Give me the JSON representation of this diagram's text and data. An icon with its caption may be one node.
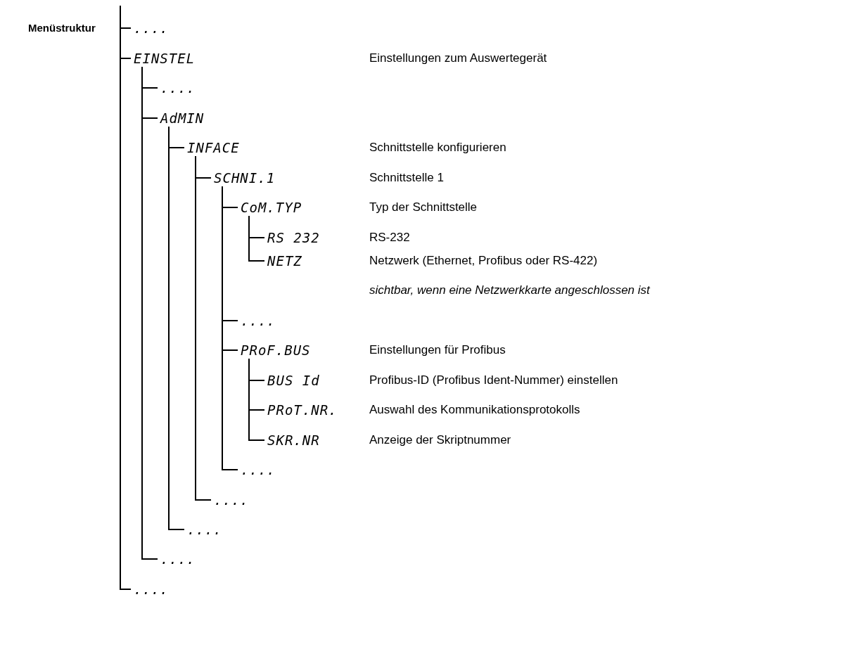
{
  "diagram": {
    "title": "Menüstruktur",
    "nodes": [
      {
        "text": [
          "...."
        ]
      },
      {
        "text": [
          "EINSTEL"
        ]
      },
      {
        "text": [
          "...."
        ]
      },
      {
        "text": [
          "AdMIN"
        ]
      },
      {
        "text": [
          "INFACE"
        ]
      },
      {
        "text": [
          "SCHNI.1"
        ]
      },
      {
        "text": [
          "CoM.TYP"
        ]
      },
      {
        "text": [
          "RS 232"
        ]
      },
      {
        "text": [
          "NETZ"
        ]
      },
      {
        "text": [
          "...."
        ]
      },
      {
        "text": [
          "PRoF.BUS"
        ]
      },
      {
        "text": [
          "BUS Id"
        ]
      },
      {
        "text": [
          "PRoT.NR."
        ]
      },
      {
        "text": [
          "SKR.NR"
        ]
      },
      {
        "text": [
          "...."
        ]
      },
      {
        "text": [
          "...."
        ]
      },
      {
        "text": [
          "...."
        ]
      },
      {
        "text": [
          "...."
        ]
      },
      {
        "text": [
          "...."
        ]
      }
    ],
    "edges": [
      {
        "from": null,
        "to": 0,
        "arrow": "none"
      },
      {
        "from": null,
        "to": 1,
        "arrow": "none"
      },
      {
        "from": null,
        "to": 18,
        "arrow": "none"
      },
      {
        "from": 1,
        "to": 2,
        "arrow": "none"
      },
      {
        "from": 1,
        "to": 3,
        "arrow": "none"
      },
      {
        "from": 1,
        "to": 17,
        "arrow": "none"
      },
      {
        "from": 3,
        "to": 4,
        "arrow": "none"
      },
      {
        "from": 3,
        "to": 16,
        "arrow": "none"
      },
      {
        "from": 4,
        "to": 5,
        "arrow": "none"
      },
      {
        "from": 4,
        "to": 15,
        "arrow": "none"
      },
      {
        "from": 5,
        "to": 6,
        "arrow": "none"
      },
      {
        "from": 5,
        "to": 9,
        "arrow": "none"
      },
      {
        "from": 5,
        "to": 10,
        "arrow": "none"
      },
      {
        "from": 5,
        "to": 14,
        "arrow": "none"
      },
      {
        "from": 6,
        "to": 7,
        "arrow": "none"
      },
      {
        "from": 6,
        "to": 8,
        "arrow": "none"
      },
      {
        "from": 10,
        "to": 11,
        "arrow": "none"
      },
      {
        "from": 10,
        "to": 12,
        "arrow": "none"
      },
      {
        "from": 10,
        "to": 13,
        "arrow": "none"
      }
    ],
    "labels": [
      "Einstellungen zum Auswertegerät",
      "Schnittstelle konfigurieren",
      "Schnittstelle 1",
      "Typ der Schnittstelle",
      "RS-232",
      "Netzwerk (Ethernet, Profibus oder RS-422)",
      "sichtbar, wenn eine Netzwerkkarte angeschlossen ist",
      "Einstellungen für Profibus",
      "Profibus-ID (Profibus Ident-Nummer) einstellen",
      "Auswahl des Kommunikationsprotokolls",
      "Anzeige der Skriptnummer"
    ]
  }
}
